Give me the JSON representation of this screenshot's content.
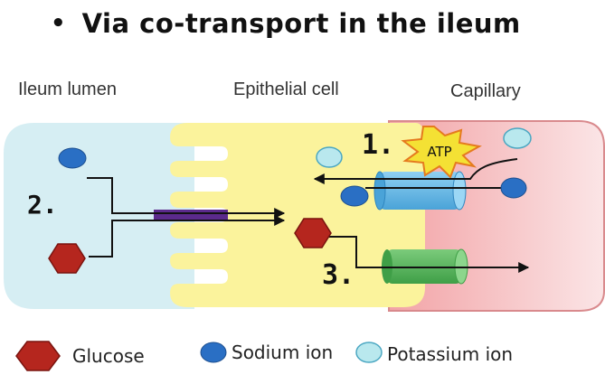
{
  "title": {
    "bullet": "•",
    "text": "Via co-transport in the ileum"
  },
  "regions": {
    "lumen": "Ileum lumen",
    "epithelial": "Epithelial cell",
    "capillary": "Capillary"
  },
  "steps": {
    "step1": "1.",
    "step2": "2.",
    "step3": "3."
  },
  "atp_label": "ATP",
  "legend": {
    "glucose": "Glucose",
    "sodium": "Sodium ion",
    "potassium": "Potassium ion"
  },
  "colors": {
    "lumen": "#d6eef3",
    "epithelial": "#fbf39c",
    "capillary": "#f2a3a6",
    "glucose": "#b5261e",
    "sodium": "#2a6fc4",
    "potassium": "#b9e8ee",
    "sodium_pump": "#62b4e6",
    "glucose_channel": "#5cb85c",
    "cotransporter": "#5b2a8c",
    "atp_burst": "#f4e134"
  }
}
